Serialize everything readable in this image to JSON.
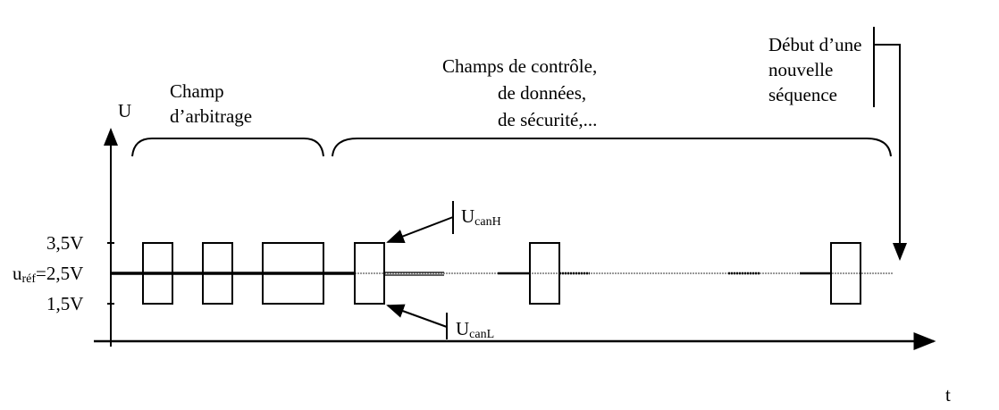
{
  "axes": {
    "y_label": "U",
    "x_label": "t"
  },
  "levels": {
    "high": "3,5V",
    "ref_prefix": "u",
    "ref_sub": "réf",
    "ref_value": "=2,5V",
    "low": "1,5V"
  },
  "annotations": {
    "arbitration": [
      "Champ",
      "d’arbitrage"
    ],
    "fields": [
      "Champs de contrôle,",
      "de données,",
      "de sécurité,..."
    ],
    "new_sequence": [
      "Début d’une",
      "nouvelle",
      "séquence"
    ],
    "canh_main": "U",
    "canh_sub": "canH",
    "canl_main": "U",
    "canl_sub": "canL"
  }
}
